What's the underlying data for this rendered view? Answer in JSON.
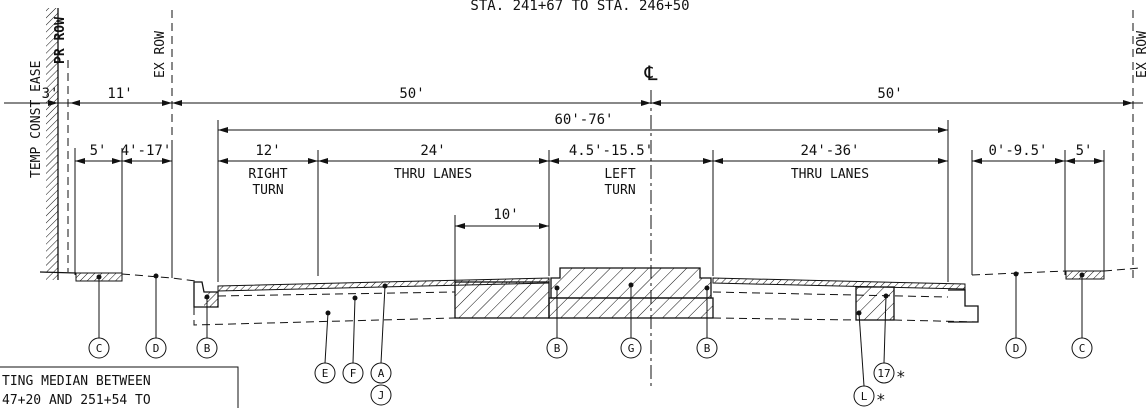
{
  "header": {
    "station_range": "STA. 241+67 TO STA. 246+50"
  },
  "row_labels": {
    "temp_const_ease": "TEMP CONST EASE",
    "pr_row": "PR ROW",
    "ex_row_left": "EX ROW",
    "ex_row_right": "EX ROW"
  },
  "centerline_symbol": "℄",
  "dimensions": {
    "d_3": "3'",
    "d_11": "11'",
    "d_50_left": "50'",
    "d_50_right": "50'",
    "d_60_76": "60'-76'",
    "d_5_left": "5'",
    "d_4_17": "4'-17'",
    "d_12": "12'",
    "d_24": "24'",
    "d_4_5_15_5": "4.5'-15.5'",
    "d_24_36": "24'-36'",
    "d_0_9_5": "0'-9.5'",
    "d_5_right": "5'",
    "d_10": "10'"
  },
  "lane_labels": {
    "right_turn_1": "RIGHT",
    "right_turn_2": "TURN",
    "thru_lanes_left": "THRU LANES",
    "left_turn_1": "LEFT",
    "left_turn_2": "TURN",
    "thru_lanes_right": "THRU LANES"
  },
  "callouts": {
    "c1": "C",
    "d1": "D",
    "b1": "B",
    "e1": "E",
    "f1": "F",
    "a1": "A",
    "j1": "J",
    "b2": "B",
    "g1": "G",
    "b3": "B",
    "l1": "L",
    "n17": "17",
    "d2": "D",
    "c2": "C",
    "star": "*"
  },
  "note": {
    "line1": "TING MEDIAN BETWEEN",
    "line2": "47+20 AND 251+54 TO"
  }
}
